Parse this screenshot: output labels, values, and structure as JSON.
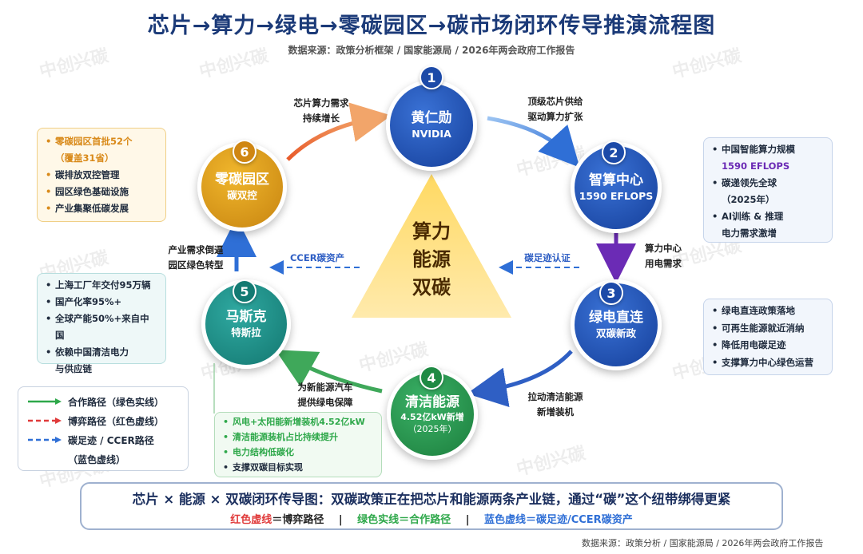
{
  "title": "芯片→算力→绿电→零碳园区→碳市场闭环传导推演流程图",
  "subtitle": "数据来源：政策分析框架 / 国家能源局 / 2026年两会政府工作报告",
  "watermark": "中创兴碳",
  "colors": {
    "title": "#1b3a78",
    "green": "#2ea84a",
    "red": "#e03a3a",
    "blue": "#2f6fd6",
    "purple": "#6b2bb5",
    "orange": "#d98a1a"
  },
  "center": {
    "line1": "算力",
    "line2": "能源",
    "line3": "双碳"
  },
  "nodes": [
    {
      "num": "1",
      "name": "黄仁勋",
      "sub": "NVIDIA",
      "extra": ""
    },
    {
      "num": "2",
      "name": "智算中心",
      "sub": "1590 EFLOPS",
      "extra": ""
    },
    {
      "num": "3",
      "name": "绿电直连",
      "sub": "双碳新政",
      "extra": ""
    },
    {
      "num": "4",
      "name": "清洁能源",
      "sub": "4.52亿kW新增",
      "extra": "（2025年）"
    },
    {
      "num": "5",
      "name": "马斯克",
      "sub": "特斯拉",
      "extra": ""
    },
    {
      "num": "6",
      "name": "零碳园区",
      "sub": "碳双控",
      "extra": ""
    }
  ],
  "arrow_labels": {
    "a61_l1": "芯片算力需求",
    "a61_l2": "持续增长",
    "a12_l1": "顶级芯片供给",
    "a12_l2": "驱动算力扩张",
    "a23_l1": "算力中心",
    "a23_l2": "用电需求",
    "a34_l1": "拉动清洁能源",
    "a34_l2": "新增装机",
    "a45_l1": "为新能源汽车",
    "a45_l2": "提供绿电保障",
    "a56_l1": "产业需求倒逼",
    "a56_l2": "园区绿色转型",
    "ccer": "CCER碳资产",
    "footprint": "碳足迹认证"
  },
  "cards": {
    "c6": [
      {
        "hl": "零碳园区首批52个",
        "rest": ""
      },
      {
        "hl": "（覆盖31省）",
        "rest": ""
      },
      {
        "hl": "",
        "rest": "碳排放双控管理"
      },
      {
        "hl": "",
        "rest": "园区绿色基础设施"
      },
      {
        "hl": "",
        "rest": "产业集聚低碳发展"
      }
    ],
    "c2": [
      {
        "text": "中国智能算力规模"
      },
      {
        "text": "1590 EFLOPS"
      },
      {
        "text": "碳递领先全球"
      },
      {
        "text": "（2025年）"
      },
      {
        "text": "AI训练 & 推理"
      },
      {
        "text": "电力需求激增"
      }
    ],
    "c5": [
      {
        "text": "上海工厂年交付95万辆"
      },
      {
        "text": "国产化率95%+"
      },
      {
        "text": "全球产能50%+来自中国"
      },
      {
        "text": "依赖中国清洁电力"
      },
      {
        "text": "与供应链"
      }
    ],
    "c3": [
      {
        "text": "绿电直连政策落地"
      },
      {
        "text": "可再生能源就近消纳"
      },
      {
        "text": "降低用电碳足迹"
      },
      {
        "text": "支撑算力中心绿色运营"
      }
    ],
    "c4": [
      {
        "text": "风电+太阳能新增装机4.52亿kW"
      },
      {
        "text": "清洁能源装机占比持续提升"
      },
      {
        "text": "电力结构低碳化"
      },
      {
        "text": "支撑双碳目标实现"
      }
    ]
  },
  "legend": {
    "green": "合作路径（绿色实线）",
    "red": "博弈路径（红色虚线）",
    "blue1": "碳足迹 / CCER路径",
    "blue2": "（蓝色虚线）"
  },
  "bottom": {
    "main": "芯片 × 能源 × 双碳闭环传导图：双碳政策正在把芯片和能源两条产业链，通过“碳”这个纽带绑得更紧",
    "red_a": "红色",
    "red_b": "虚线",
    "red_c": "＝博弈路径",
    "sep": "|",
    "green_a": "绿色实线＝合作路径",
    "blue_a": "蓝色虚线＝碳足迹/CCER碳资产"
  },
  "footer": "数据来源：政策分析 / 国家能源局 / 2026年两会政府工作报告"
}
